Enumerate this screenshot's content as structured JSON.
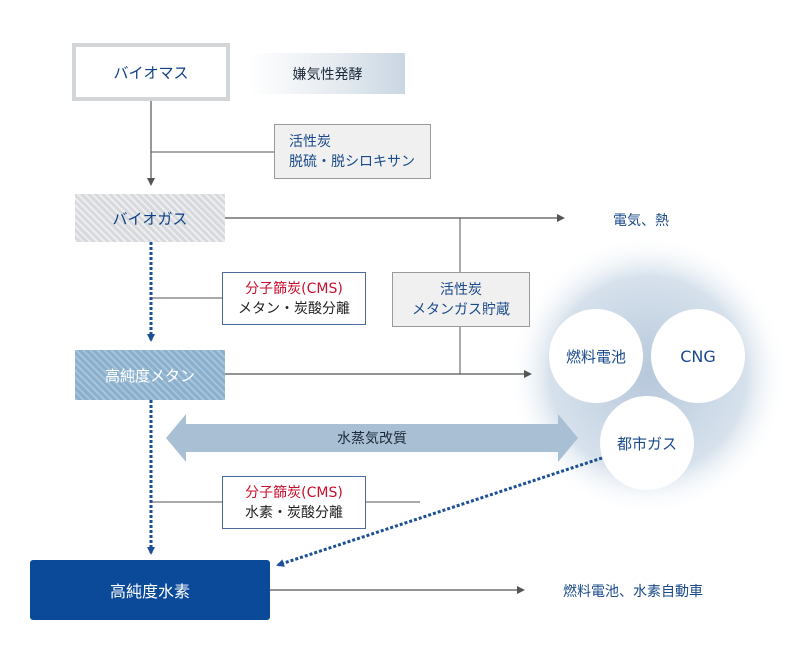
{
  "nodes": {
    "biomass": "バイオマス",
    "anaerobic": "嫌気性発酵",
    "biogas": "バイオガス",
    "methane": "高純度メタン",
    "hydrogen": "高純度水素"
  },
  "process": {
    "activated_carbon_1": {
      "line1": "活性炭",
      "line2": "脱硫・脱シロキサン"
    },
    "cms_1": {
      "line1": "分子篩炭(CMS)",
      "line2": "メタン・炭酸分離"
    },
    "activated_carbon_2": {
      "line1": "活性炭",
      "line2": "メタンガス貯蔵"
    },
    "cms_2": {
      "line1": "分子篩炭(CMS)",
      "line2": "水素・炭酸分離"
    },
    "steam_reforming": "水蒸気改質"
  },
  "outputs": {
    "electricity_heat": "電気、熱",
    "fuelcell_fcv": "燃料電池、水素自動車"
  },
  "uses": {
    "fuel_cell": "燃料電池",
    "cng": "CNG",
    "city_gas": "都市ガス"
  },
  "colors": {
    "dark_blue": "#0b4a98",
    "mid_blue": "#8ab0cd",
    "gray": "#d7d9dc",
    "cms_red": "#c8102e"
  }
}
